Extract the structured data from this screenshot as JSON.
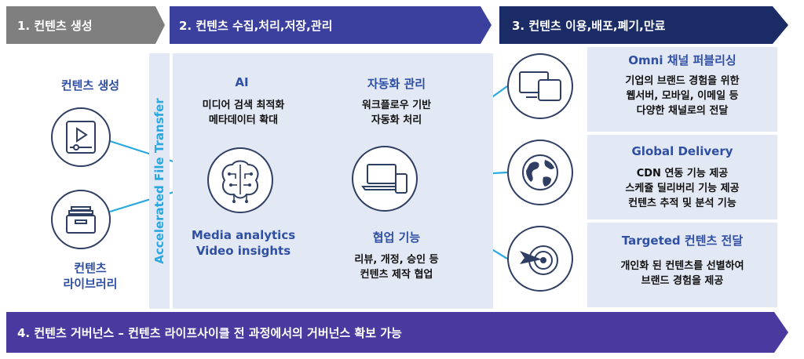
{
  "banners": [
    {
      "label": "1. 컨텐츠 생성",
      "color": "#7f7f7f"
    },
    {
      "label": "2. 컨텐츠 수집,처리,저장,관리",
      "color": "#3b3f9e"
    },
    {
      "label": "3. 컨텐츠 이용,배포,폐기,만료",
      "color": "#1a2b66"
    },
    {
      "label": "4. 컨텐츠 거버넌스 – 컨텐츠 라이프사이클 전 과정에서의 거버넌스 확보 가능",
      "color": "#4a3aa0"
    }
  ],
  "left": {
    "creation_title": "컨텐츠 생성",
    "library_title_1": "컨텐츠",
    "library_title_2": "라이브러리"
  },
  "vertical_label": "Accelerated File Transfer",
  "center": {
    "ai_title": "AI",
    "ai_line1": "미디어 검색 최적화",
    "ai_line2": "메타데이터 확대",
    "media_line1": "Media analytics",
    "media_line2": "Video insights",
    "auto_title": "자동화 관리",
    "auto_line1": "워크플로우 기반",
    "auto_line2": "자동화 처리",
    "collab_title": "협업 기능",
    "collab_line1": "리뷰, 개정, 승인 등",
    "collab_line2": "컨텐츠 제작 협업"
  },
  "right": [
    {
      "title": "Omni 채널 퍼블리싱",
      "lines": [
        "기업의 브랜드 경험을 위한",
        "웹서버, 모바일, 이메일 등",
        "다양한 채널로의 전달"
      ]
    },
    {
      "title": "Global Delivery",
      "lines": [
        "CDN 연동 기능 제공",
        "스케쥴 딜리버리 기능 제공",
        "컨텐츠 추적 및 분석 기능"
      ]
    },
    {
      "title": "Targeted 컨텐츠 전달",
      "lines": [
        "개인화 된 컨텐츠를 선별하여",
        "브랜드 경험을 제공"
      ]
    }
  ],
  "icons": [
    "video-play-icon",
    "archive-box-icon",
    "brain-circuit-icon",
    "laptop-phone-icon",
    "desktop-tablet-icon",
    "globe-icon",
    "target-arrow-icon"
  ],
  "colors": {
    "accent": "#2f4fa3",
    "line": "#29a8df",
    "panel": "#e2e8f4",
    "icon": "#2f3e63"
  }
}
